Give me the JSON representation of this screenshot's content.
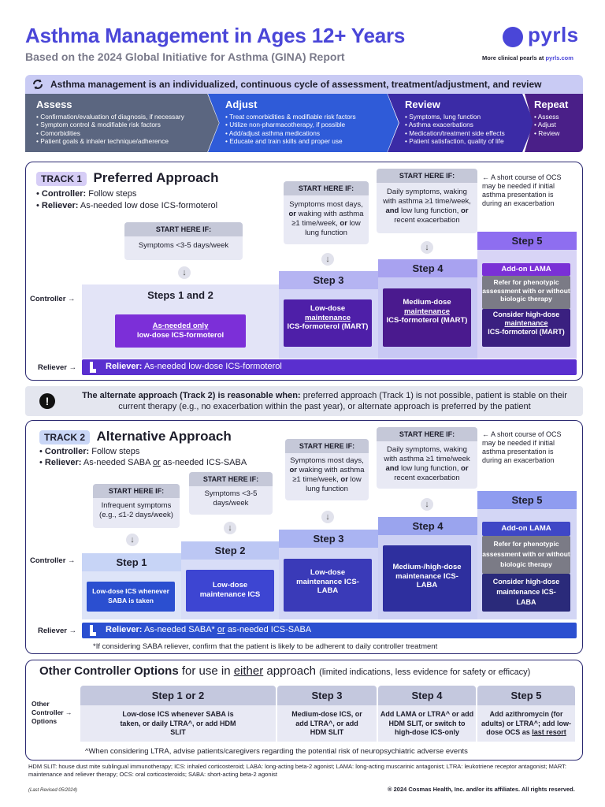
{
  "header": {
    "title": "Asthma Management in Ages 12+ Years",
    "subtitle": "Based on the 2024 Global Initiative for Asthma (GINA) Report",
    "logo_text": "pyrls",
    "more_pearls_prefix": "More clinical pearls at ",
    "more_pearls_link": "pyrls.com"
  },
  "cycle": {
    "banner": "Asthma management is an individualized, continuous cycle of assessment, treatment/adjustment, and review",
    "phases": [
      {
        "title": "Assess",
        "items": [
          "Confirmation/evaluation of diagnosis, if necessary",
          "Symptom control & modifiable risk factors",
          "Comorbidities",
          "Patient goals & inhaler technique/adherence"
        ]
      },
      {
        "title": "Adjust",
        "items": [
          "Treat comorbidities & modifiable risk factors",
          "Utilize non-pharmacotherapy, if possible",
          "Add/adjust asthma medications",
          "Educate and train skills and proper use"
        ]
      },
      {
        "title": "Review",
        "items": [
          "Symptoms, lung function",
          "Asthma exacerbations",
          "Medication/treatment side effects",
          "Patient satisfaction, quality of life"
        ]
      },
      {
        "title": "Repeat",
        "items": [
          "Assess",
          "Adjust",
          "Review"
        ]
      }
    ]
  },
  "track1": {
    "badge": "TRACK 1",
    "title": "Preferred Approach",
    "controller_label": "Controller:",
    "controller_text": "Follow steps",
    "reliever_label": "Reliever:",
    "reliever_text": "As-needed low dose ICS-formoterol",
    "start_head": "START HERE IF:",
    "start_a": "Symptoms <3-5 days/week",
    "start_b_1": "Symptoms most days,",
    "start_b_or1": "or",
    "start_b_2": "waking with asthma ≥1 time/week,",
    "start_b_or2": "or",
    "start_b_3": "low lung function",
    "start_c_1": "Daily symptoms, waking with asthma ≥1 time/week,",
    "start_c_and": "and",
    "start_c_2": "low lung function,",
    "start_c_or": "or",
    "start_c_3": "recent exacerbation",
    "ocs_note": "← A short course of OCS may be needed if initial asthma presentation is during an exacerbation",
    "row_controller": "Controller →",
    "row_reliever": "Reliever →",
    "steps": {
      "s12_head": "Steps 1 and 2",
      "s12_box_u": "As-needed only",
      "s12_box": "low-dose ICS-formoterol",
      "s3_head": "Step 3",
      "s3_box_1": "Low-dose",
      "s3_box_u": "maintenance",
      "s3_box_2": "ICS-formoterol (MART)",
      "s4_head": "Step 4",
      "s4_box_1": "Medium-dose",
      "s4_box_u": "maintenance",
      "s4_box_2": "ICS-formoterol (MART)",
      "s5_head": "Step 5",
      "s5_a": "Add-on LAMA",
      "s5_b": "Refer for phenotypic assessment with or without biologic therapy",
      "s5_c_1": "Consider high-dose",
      "s5_c_u": "maintenance",
      "s5_c_2": "ICS-formoterol (MART)"
    },
    "reliever_bar_label": "Reliever:",
    "reliever_bar_text": "As-needed low-dose ICS-formoterol"
  },
  "alt_note": {
    "icon": "!",
    "bold": "The alternate approach (Track 2) is reasonable when:",
    "text": "preferred approach (Track 1) is not possible, patient is stable on their current therapy (e.g., no exacerbation within the past year), or alternate approach is preferred by the patient"
  },
  "track2": {
    "badge": "TRACK 2",
    "title": "Alternative Approach",
    "controller_label": "Controller:",
    "controller_text": "Follow steps",
    "reliever_label": "Reliever:",
    "reliever_text_1": "As-needed SABA",
    "reliever_text_or": "or",
    "reliever_text_2": "as-needed ICS-SABA",
    "start_head": "START HERE IF:",
    "start_a": "Infrequent symptoms (e.g., ≤1-2 days/week)",
    "start_b": "Symptoms <3-5 days/week",
    "start_c_1": "Symptoms most days,",
    "start_c_or1": "or",
    "start_c_2": "waking with asthma ≥1 time/week,",
    "start_c_or2": "or",
    "start_c_3": "low lung function",
    "start_d_1": "Daily symptoms, waking with asthma ≥1 time/week",
    "start_d_and": "and",
    "start_d_2": "low lung function,",
    "start_d_or": "or",
    "start_d_3": "recent exacerbation",
    "ocs_note": "← A short course of OCS may be needed if initial asthma presentation is during an exacerbation",
    "row_controller": "Controller →",
    "row_reliever": "Reliever →",
    "steps": {
      "s1_head": "Step 1",
      "s1_box": "Low-dose ICS whenever SABA is taken",
      "s2_head": "Step 2",
      "s2_box": "Low-dose maintenance ICS",
      "s3_head": "Step 3",
      "s3_box": "Low-dose maintenance ICS-LABA",
      "s4_head": "Step 4",
      "s4_box": "Medium-/high-dose maintenance ICS-LABA",
      "s5_head": "Step 5",
      "s5_a": "Add-on LAMA",
      "s5_b": "Refer for phenotypic assessment with or without biologic therapy",
      "s5_c": "Consider high-dose maintenance ICS-LABA"
    },
    "reliever_bar_label": "Reliever:",
    "reliever_bar_1": "As-needed SABA*",
    "reliever_bar_or": "or",
    "reliever_bar_2": "as-needed ICS-SABA",
    "footnote": "*If considering SABA reliever, confirm that the patient is likely to be adherent to daily controller treatment"
  },
  "other": {
    "title_bold": "Other Controller Options",
    "title_mid": "for use in",
    "title_u": "either",
    "title_end": "approach",
    "title_small": "(limited indications, less evidence for safety or efficacy)",
    "row_label": "Other Controller → Options",
    "cols": [
      {
        "head": "Step 1 or 2",
        "body": "Low-dose ICS whenever SABA is taken, or daily LTRA^, or add HDM SLIT"
      },
      {
        "head": "Step 3",
        "body": "Medium-dose ICS, or add LTRA^, or add HDM SLIT"
      },
      {
        "head": "Step 4",
        "body": "Add LAMA or LTRA^ or add HDM SLIT, or switch to high-dose ICS-only"
      },
      {
        "head": "Step 5",
        "body": "Add azithromycin (for adults) or LTRA^; add low-dose OCS as",
        "body_u": "last resort"
      }
    ],
    "footnote": "^When considering LTRA, advise patients/caregivers regarding the potential risk of neuropsychiatric adverse events"
  },
  "footer": {
    "abbrev": "HDM SLIT: house dust mite sublingual immunotherapy; ICS: inhaled corticosteroid; LABA: long-acting beta-2 agonist; LAMA: long-acting muscarinic antagonist; LTRA: leukotriene receptor antagonist; MART: maintenance and reliever therapy; OCS: oral corticosteroids; SABA: short-acting beta-2 agonist",
    "last_revised": "(Last Revised 05/2024)",
    "copyright": "® 2024 Cosmas Health, Inc. and/or its affiliates. All rights reserved."
  }
}
